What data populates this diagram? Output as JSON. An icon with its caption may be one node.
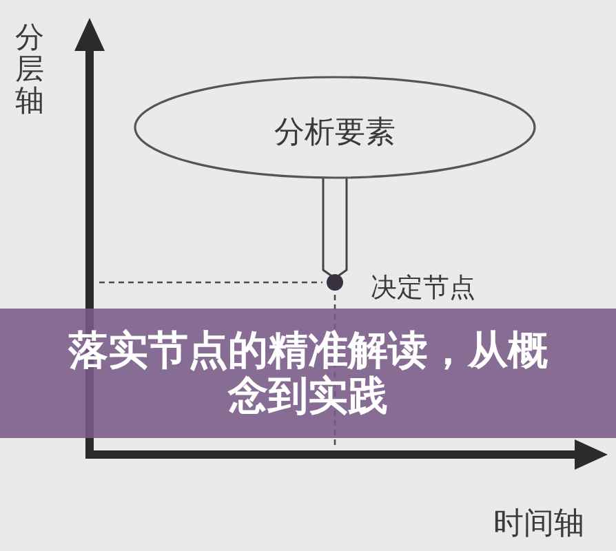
{
  "diagram": {
    "title": "落实节点的精准解读，从概念到实践",
    "nodes": [
      {
        "text": [
          "分析要素"
        ]
      },
      {
        "text": [],
        "shape": "circle",
        "beside": [
          "决定节点"
        ]
      }
    ],
    "edges": [
      {
        "from": 0,
        "to": 1,
        "arrow": "none"
      }
    ],
    "labels": [
      "分层轴",
      "时间轴"
    ]
  }
}
